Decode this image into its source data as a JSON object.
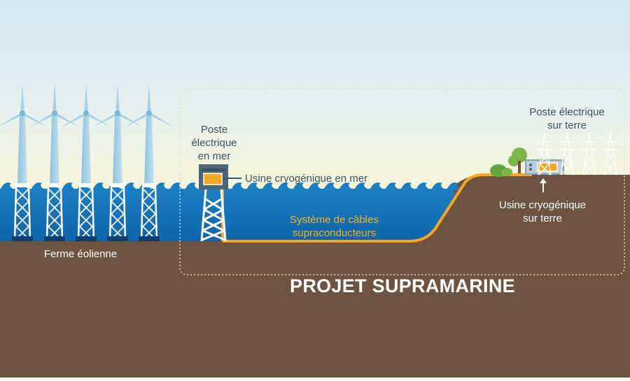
{
  "labels": {
    "wind_farm": "Ferme éolienne",
    "offshore_substation": [
      "Poste",
      "électrique",
      "en mer"
    ],
    "offshore_cryo_plant": "Usine cryogénique en mer",
    "cable_system": [
      "Système de câbles",
      "supraconducteurs"
    ],
    "onshore_substation": [
      "Poste électrique",
      "sur terre"
    ],
    "onshore_cryo_plant": [
      "Usine cryogénique",
      "sur terre"
    ],
    "project_title": "PROJET SUPRAMARINE"
  },
  "colors": {
    "sky_top": "#dcebf3",
    "sky_horizon": "#fbf6d6",
    "sea": "#1676be",
    "sea_light": "#2f95d4",
    "ground": "#6e5440",
    "cable": "#f5a623",
    "turbine": "#a9d1e6",
    "text_dark": "#3e5462",
    "text_gold": "#f5b21e",
    "grass": "#7ab648"
  }
}
